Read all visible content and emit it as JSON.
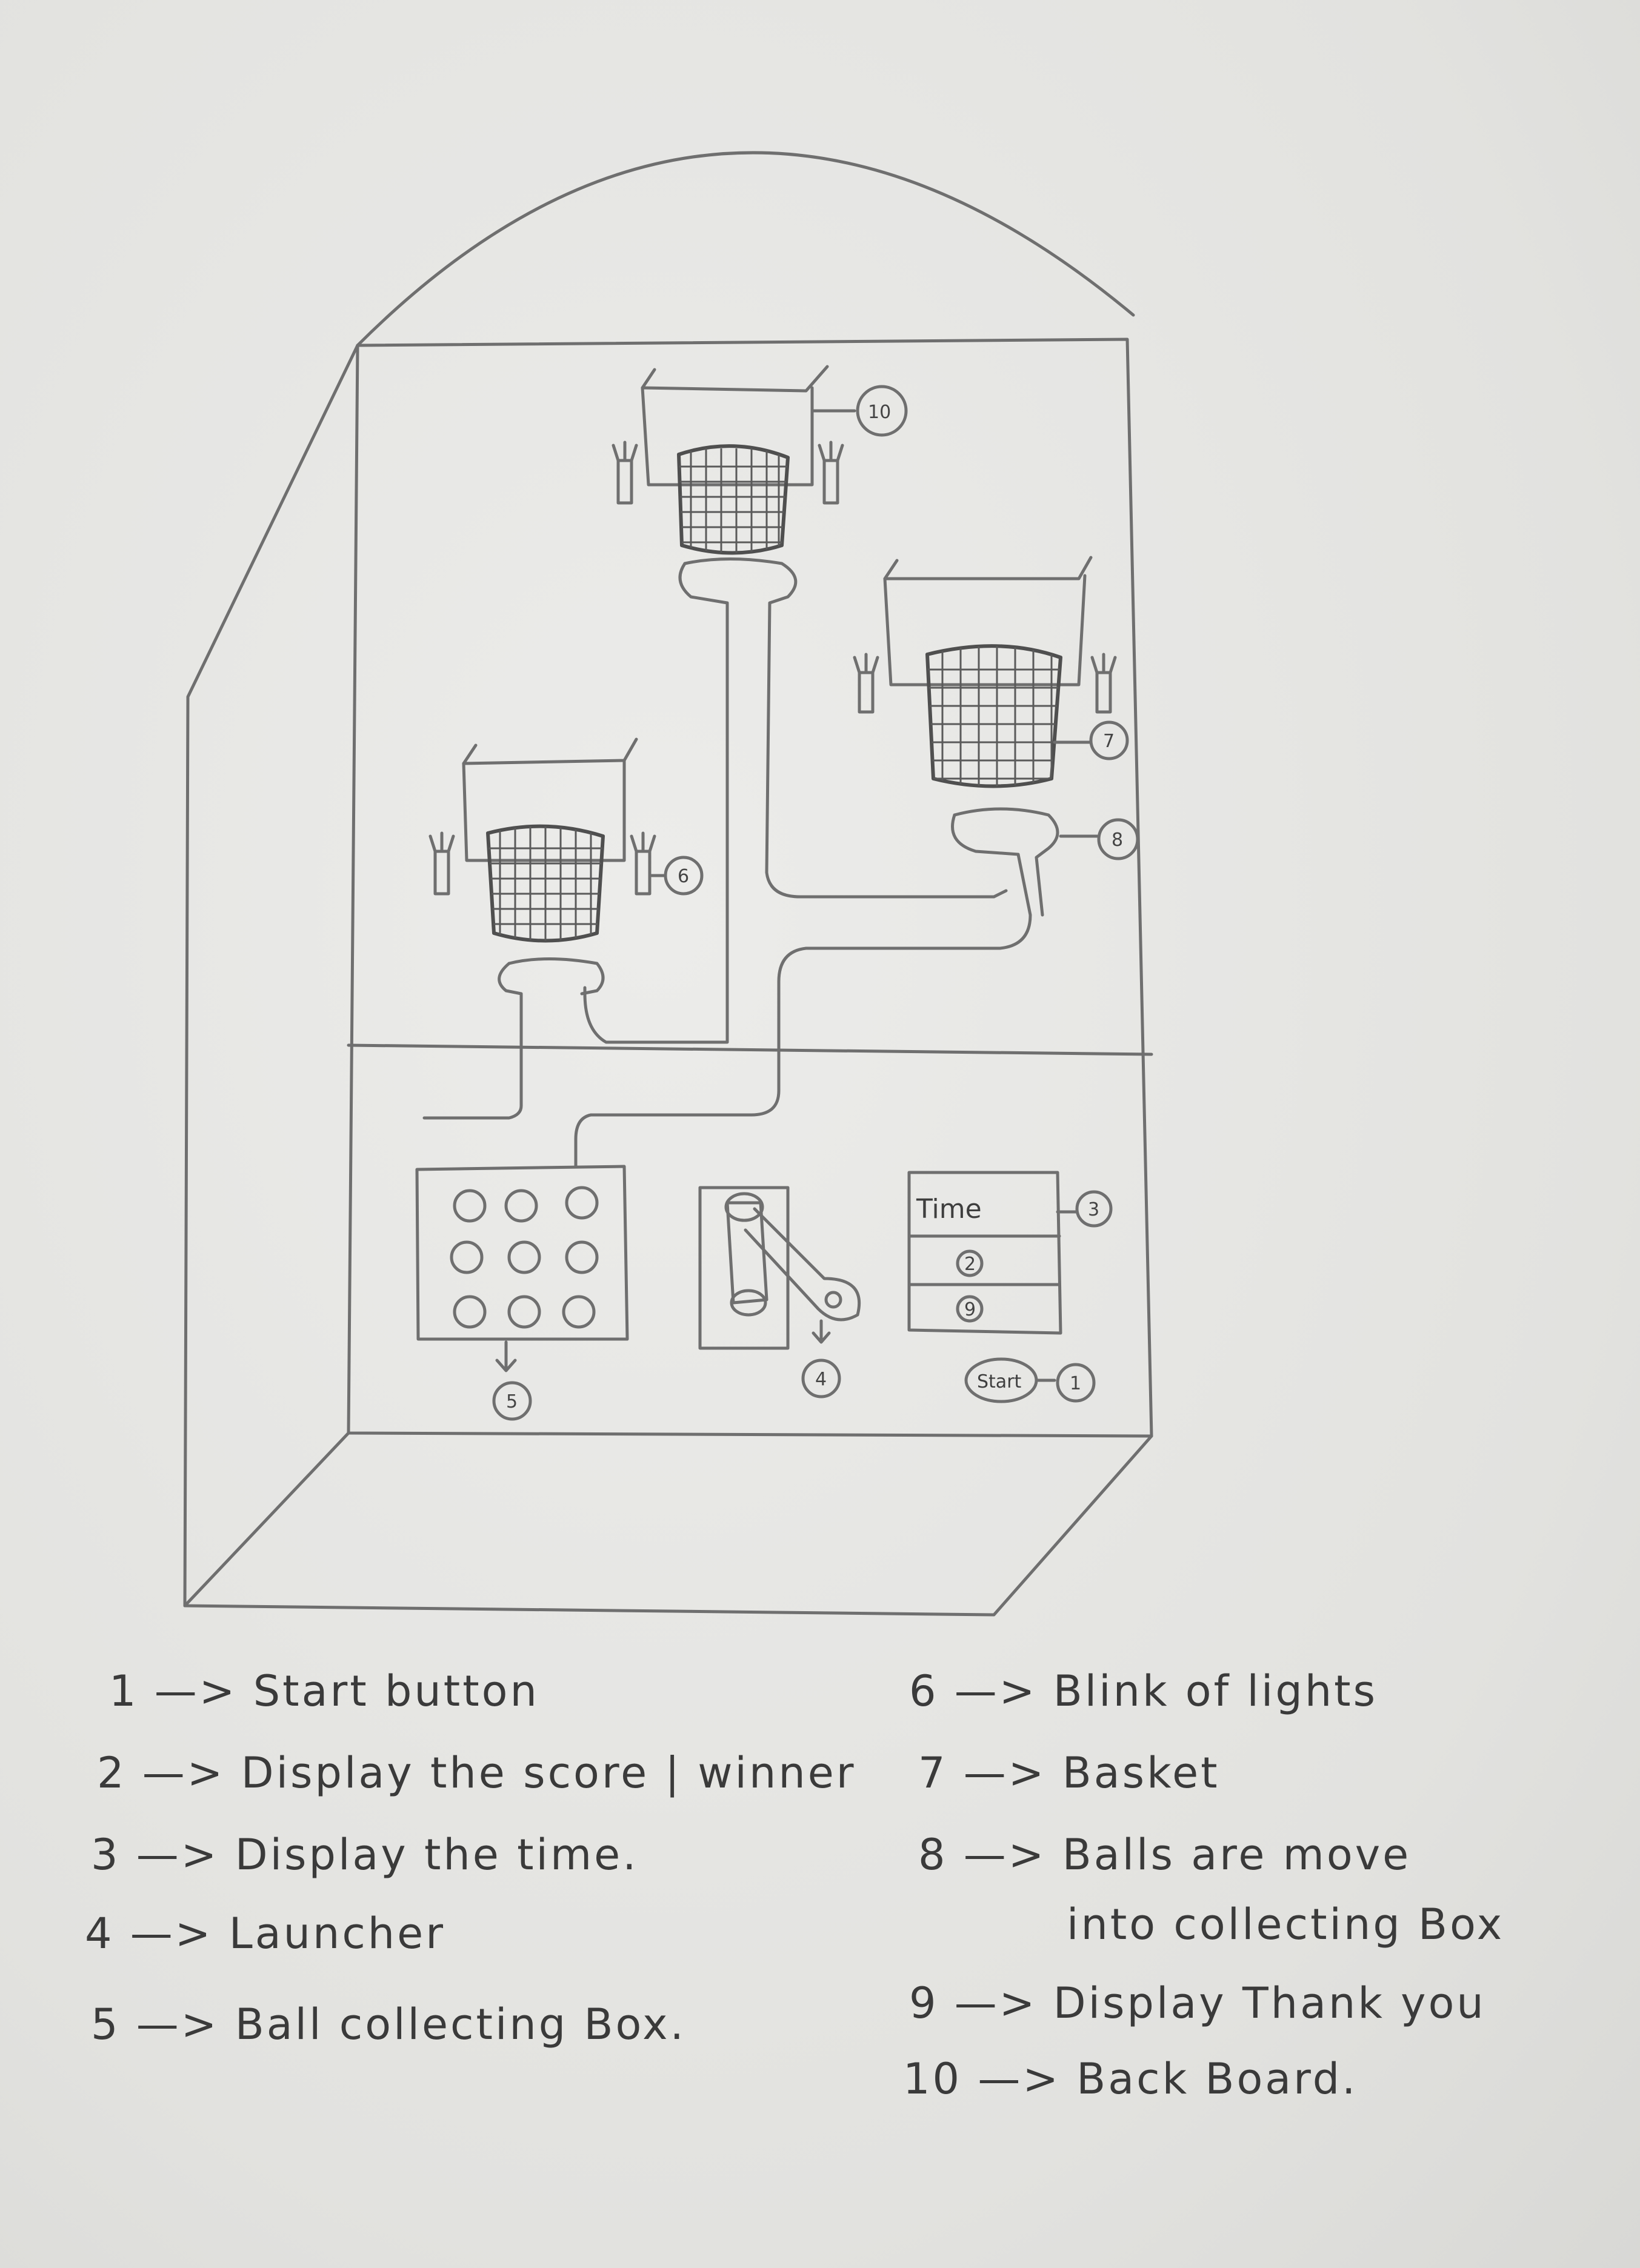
{
  "callouts": {
    "c1": "1",
    "c2": "2",
    "c3": "3",
    "c4": "4",
    "c5": "5",
    "c6": "6",
    "c7": "7",
    "c8": "8",
    "c9": "9",
    "c10": "10"
  },
  "panel": {
    "time_label": "Time",
    "start_label": "Start"
  },
  "legend": [
    "1 —> Start button",
    "2 —> Display the score | winner",
    "3 —> Display the time.",
    "4 —> Launcher",
    "5 —> Ball collecting Box.",
    "6 —> Blink of lights",
    "7 —> Basket",
    "8 —> Balls are move",
    "into collecting Box",
    "9 —> Display Thank you",
    "10 —> Back Board."
  ]
}
